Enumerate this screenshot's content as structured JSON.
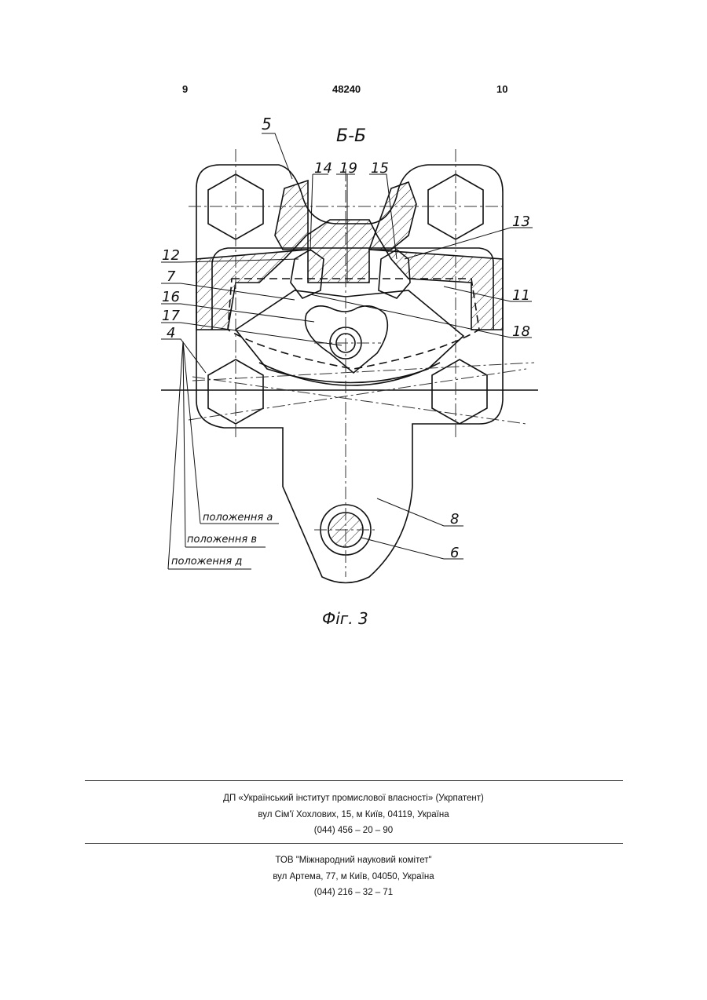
{
  "header": {
    "page_left": "9",
    "patent_number": "48240",
    "page_right": "10"
  },
  "figure": {
    "section_title": "Б-Б",
    "caption": "Фіг. 3",
    "part_labels": [
      "5",
      "14",
      "19",
      "15",
      "13",
      "12",
      "7",
      "16",
      "17",
      "4",
      "11",
      "18",
      "8",
      "6"
    ],
    "position_labels": [
      "положення а",
      "положення в",
      "положення д"
    ]
  },
  "footer": {
    "org1_name": "ДП «Український інститут промислової власності» (Укрпатент)",
    "org1_address": "вул  Сім'ї Хохлових, 15, м  Київ, 04119, Україна",
    "org1_phone": "(044) 456 – 20 –  90",
    "org2_name": "ТОВ \"Міжнародний науковий комітет\"",
    "org2_address": "вул  Артема, 77, м  Київ, 04050, Україна",
    "org2_phone": "(044) 216 – 32 – 71"
  }
}
